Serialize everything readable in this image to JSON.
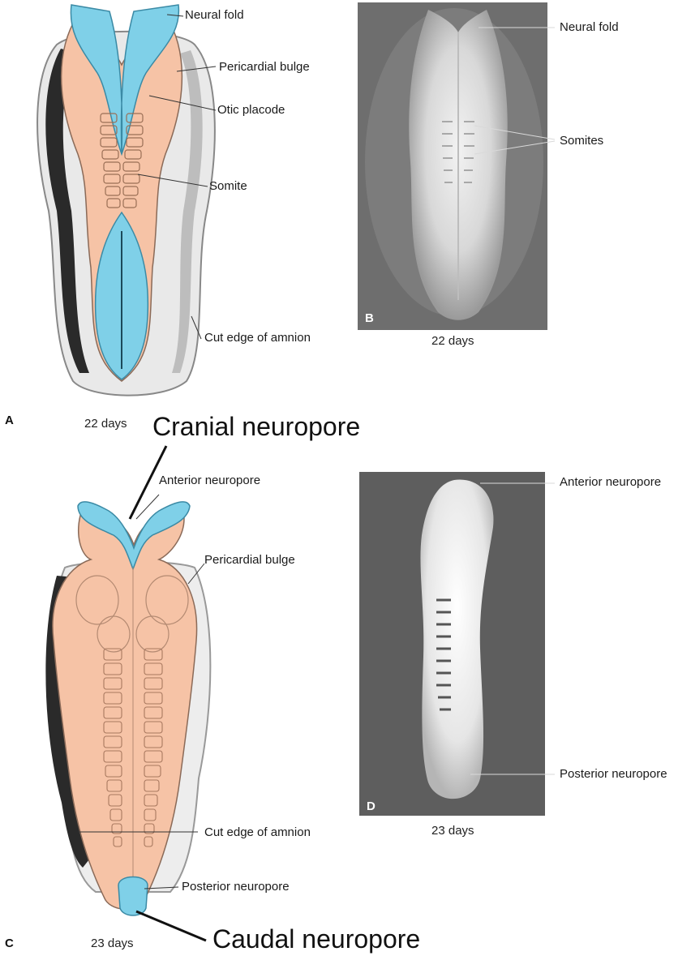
{
  "panels": {
    "a": {
      "letter": "A",
      "caption": "22 days",
      "labels": {
        "neural_fold": "Neural fold",
        "pericardial_bulge": "Pericardial bulge",
        "otic_placode": "Otic placode",
        "somite": "Somite",
        "cut_edge": "Cut edge of amnion"
      }
    },
    "b": {
      "letter": "B",
      "caption": "22 days",
      "labels": {
        "neural_fold": "Neural fold",
        "somites": "Somites"
      }
    },
    "c": {
      "letter": "C",
      "caption": "23 days",
      "labels": {
        "anterior_neuropore": "Anterior neuropore",
        "pericardial_bulge": "Pericardial bulge",
        "cut_edge": "Cut edge of amnion",
        "posterior_neuropore": "Posterior neuropore"
      }
    },
    "d": {
      "letter": "D",
      "caption": "23 days",
      "labels": {
        "anterior_neuropore": "Anterior neuropore",
        "posterior_neuropore": "Posterior neuropore"
      }
    }
  },
  "annotations": {
    "cranial": "Cranial neuropore",
    "caudal": "Caudal neuropore"
  },
  "colors": {
    "skin": "#f6c3a6",
    "neural": "#7fd0e8",
    "amnion_dark": "#2a2a2a",
    "photo_bg": "#6e6e6e"
  }
}
